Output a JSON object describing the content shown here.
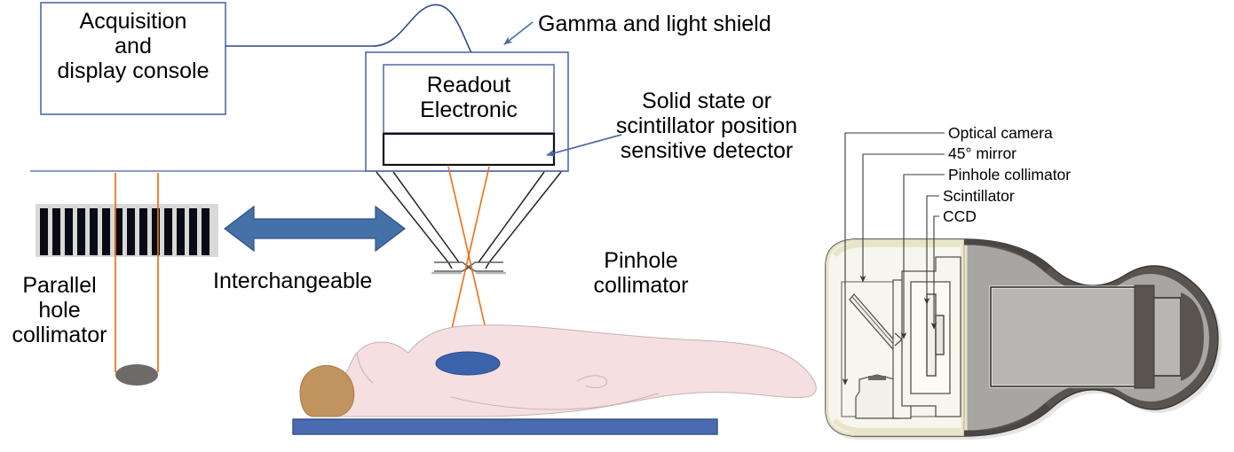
{
  "figure": {
    "type": "diagram",
    "subject": "Intraoperative / small field-of-view gamma camera schematic and handheld device cross-section",
    "panels": [
      "schematic",
      "device-cutaway"
    ]
  },
  "schematic": {
    "console": {
      "lines": [
        "Acquisition",
        "and",
        "display console"
      ],
      "text": "Acquisition\nand\ndisplay console",
      "border_color": "#4f6aa8"
    },
    "detector_head": {
      "readout_lines": [
        "Readout",
        "Electronic"
      ],
      "readout_text": "Readout\nElectronic",
      "shield_label": "Gamma and light shield",
      "detector_label_lines": [
        "Solid state or",
        "scintillator position",
        "sensitive detector"
      ],
      "detector_label": "Solid state or\nscintillator position\nsensitive detector",
      "shield_color": "#4f6aa8",
      "detector_color": "#1a1a1a"
    },
    "collimators": {
      "parallel_label_lines": [
        "Parallel",
        "hole",
        "collimator"
      ],
      "parallel_label": "Parallel\nhole\ncollimator",
      "pinhole_label_lines": [
        "Pinhole",
        "collimator"
      ],
      "pinhole_label": "Pinhole\ncollimator",
      "interchangeable_label": "Interchangeable",
      "arrow_color": "#4472a8",
      "septa_count": 14,
      "septa_color": "#0a0a14",
      "collimator_body_color": "#d9d9d9"
    },
    "rays": {
      "color": "#ec7014",
      "count_parallel": 2,
      "count_pinhole": 2
    },
    "patient": {
      "body_color": "#f5dfe0",
      "hair_color": "#c0935f",
      "lesion_color": "#3b63ab",
      "table_color": "#4a6bb0"
    }
  },
  "device": {
    "callouts": [
      "Optical camera",
      "45° mirror",
      "Pinhole collimator",
      "Scintillator",
      "CCD"
    ],
    "colors": {
      "casing_outline": "#e8e4c8",
      "interior": "#f7f6ec",
      "handle_shell": "#595450",
      "handle_fill": "#a8a5a3",
      "block_fill": "#b8b5b3",
      "line": "#3a3a3a"
    }
  }
}
